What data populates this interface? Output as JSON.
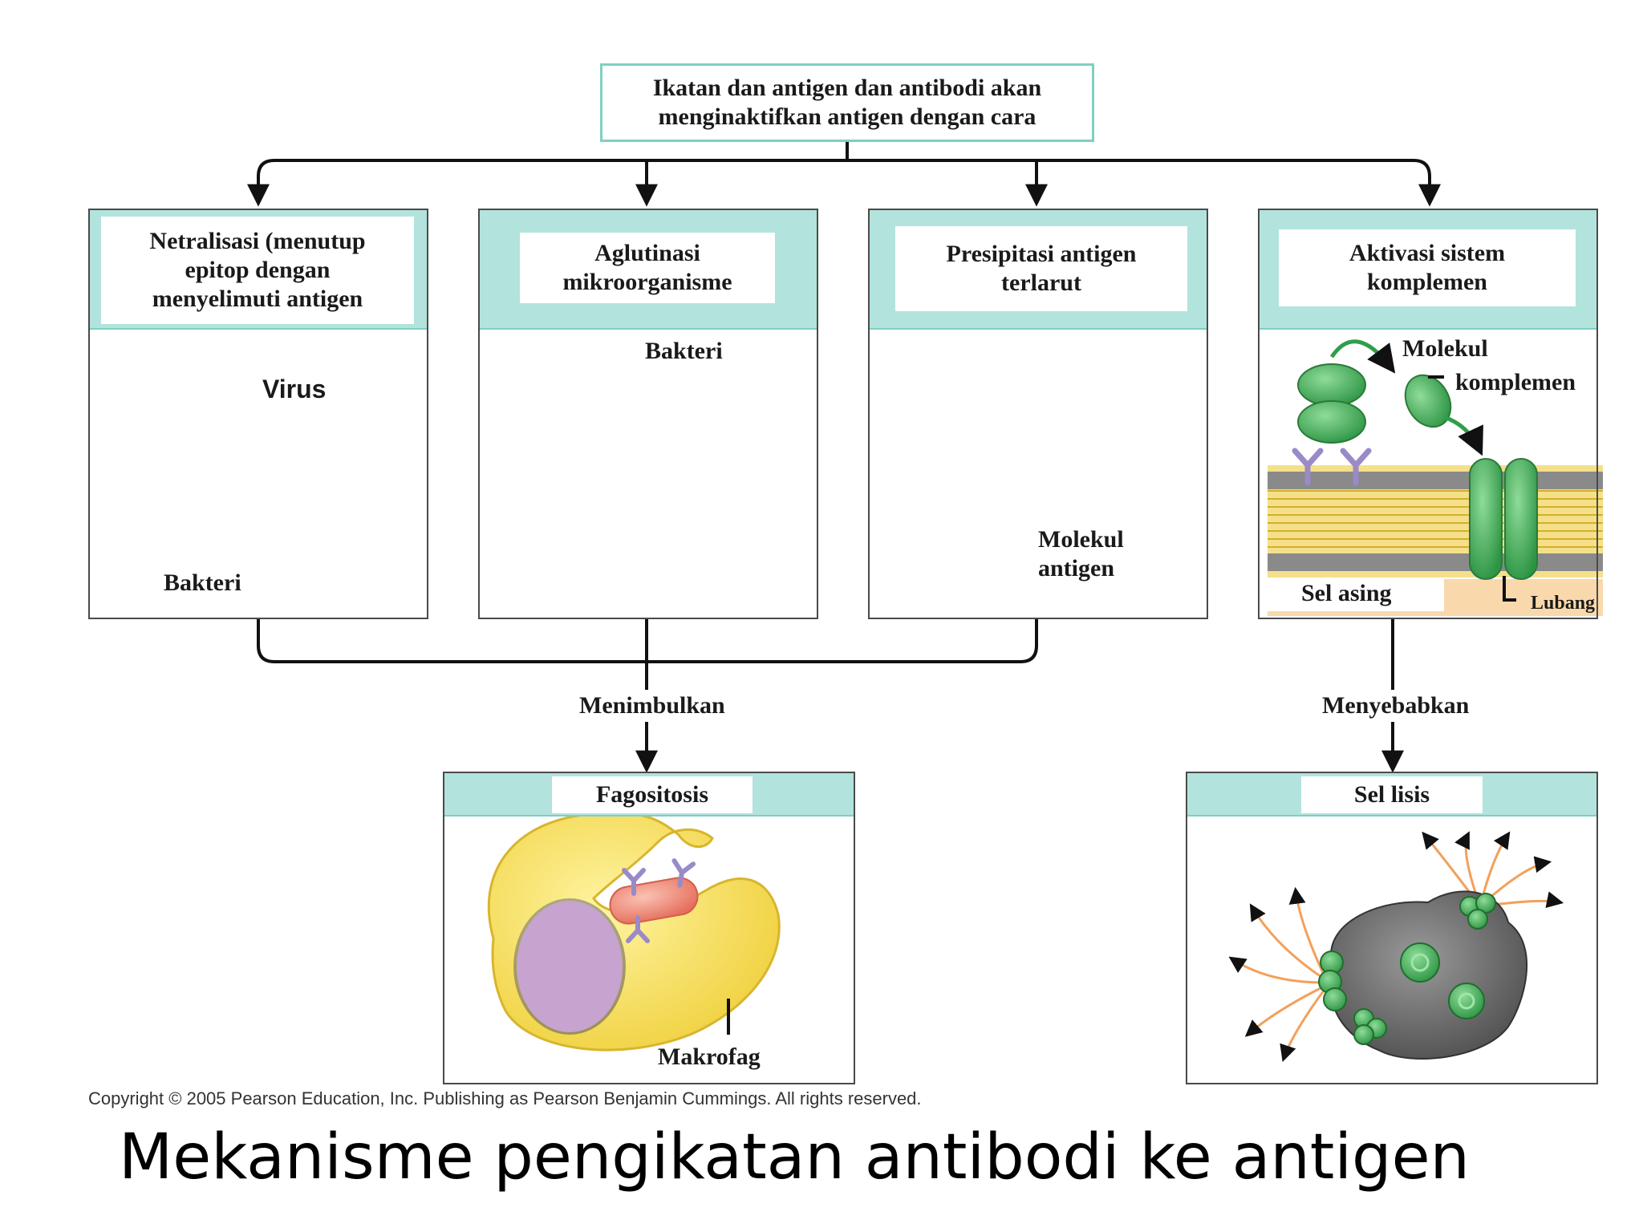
{
  "root": {
    "text": "Ikatan dan antigen dan antibodi akan\nmenginaktifkan antigen dengan cara"
  },
  "panels": [
    {
      "title": "Netralisasi (menutup\nepitop dengan\nmenyelimuti antigen",
      "labels": [
        "Virus",
        "Bakteri"
      ]
    },
    {
      "title": "Aglutinasi\nmikroorganisme",
      "labels": [
        "Bakteri"
      ]
    },
    {
      "title": "Presipitasi antigen\nterlarut",
      "labels": [
        "Molekul\nantigen"
      ]
    },
    {
      "title": "Aktivasi sistem\nkomplemen",
      "labels": [
        "Molekul",
        "komplemen",
        "Sel asing",
        "Lubang"
      ]
    }
  ],
  "connectors": {
    "left": "Menimbulkan",
    "right": "Menyebabkan"
  },
  "results": [
    {
      "title": "Fagositosis",
      "labels": [
        "Makrofag"
      ]
    },
    {
      "title": "Sel lisis"
    }
  ],
  "copyright": "Copyright © 2005 Pearson Education, Inc. Publishing as Pearson Benjamin Cummings. All rights reserved.",
  "title": "Mekanisme pengikatan antibodi ke antigen",
  "colors": {
    "teal_header": "#b2e3dc",
    "teal_border": "#7fcfc2",
    "antibody": "#9a8ac8",
    "bacteria": "#f08a78",
    "antigen": "#f2d030",
    "complement": "#3fae55",
    "macrophage": "#f7e05a",
    "nucleus": "#c7a3cf"
  }
}
